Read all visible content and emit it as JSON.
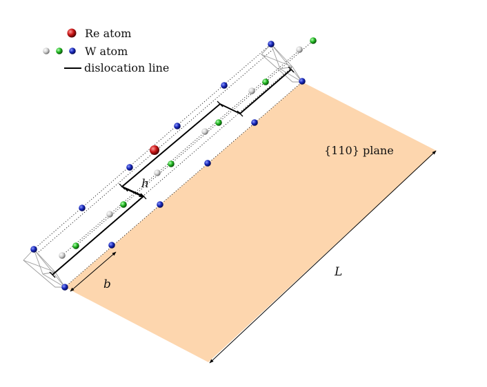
{
  "legend": {
    "re_label": "Re atom",
    "w_label": "W atom",
    "line_label": "dislocation line"
  },
  "labels": {
    "plane": "{110} plane",
    "L": "L",
    "b": "b",
    "h": "h"
  },
  "colors": {
    "plane_fill": "#fdd6ae",
    "re_atom": "#c81414",
    "w_blue": "#1626b8",
    "w_green": "#1fb51f",
    "w_gray": "#d2d2d2",
    "dislocation": "#000000",
    "cell_frame": "#9a9a9a"
  }
}
